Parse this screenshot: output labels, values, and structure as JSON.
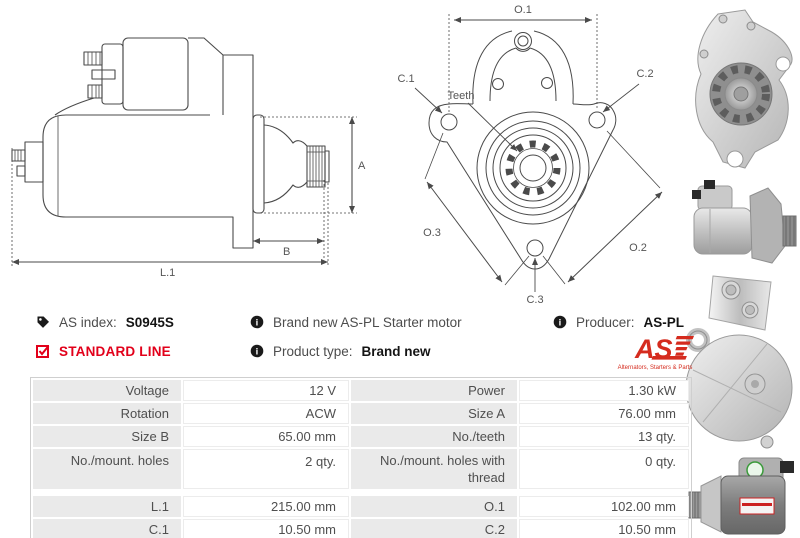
{
  "colors": {
    "accent_red": "#e2001a",
    "logo_red": "#d52b1e",
    "drawing_line": "#4a4a4a",
    "text_gray": "#4d4d4d",
    "table_label_bg": "#eaeaea"
  },
  "drawings": {
    "side_view": {
      "dim_a": "A",
      "dim_b": "B",
      "dim_l1": "L.1"
    },
    "front_view": {
      "dim_o1": "O.1",
      "dim_c1": "C.1",
      "dim_c2": "C.2",
      "dim_teeth": "Teeth",
      "dim_o3": "O.3",
      "dim_o2": "O.2",
      "dim_c3": "C.3"
    }
  },
  "info": {
    "as_index_label": "AS index:",
    "as_index_value": "S0945S",
    "standard_line_label": "STANDARD LINE",
    "description": "Brand new AS-PL Starter motor",
    "product_type_label": "Product type:",
    "product_type_value": "Brand new",
    "producer_label": "Producer:",
    "producer_value": "AS-PL",
    "logo_text": "AS",
    "logo_tagline": "Alternators, Starters & Parts"
  },
  "spec_table": {
    "rows": [
      [
        {
          "label": "Voltage",
          "value": "12 V"
        },
        {
          "label": "Power",
          "value": "1.30 kW"
        }
      ],
      [
        {
          "label": "Rotation",
          "value": "ACW"
        },
        {
          "label": "Size A",
          "value": "76.00 mm"
        }
      ],
      [
        {
          "label": "Size B",
          "value": "65.00 mm"
        },
        {
          "label": "No./teeth",
          "value": "13 qty."
        }
      ],
      [
        {
          "label": "No./mount. holes",
          "value": "2 qty."
        },
        {
          "label": "No./mount. holes with thread",
          "value": "0 qty."
        }
      ],
      [
        {
          "label": "L.1",
          "value": "215.00 mm"
        },
        {
          "label": "O.1",
          "value": "102.00 mm"
        }
      ],
      [
        {
          "label": "C.1",
          "value": "10.50 mm"
        },
        {
          "label": "C.2",
          "value": "10.50 mm"
        }
      ]
    ]
  }
}
